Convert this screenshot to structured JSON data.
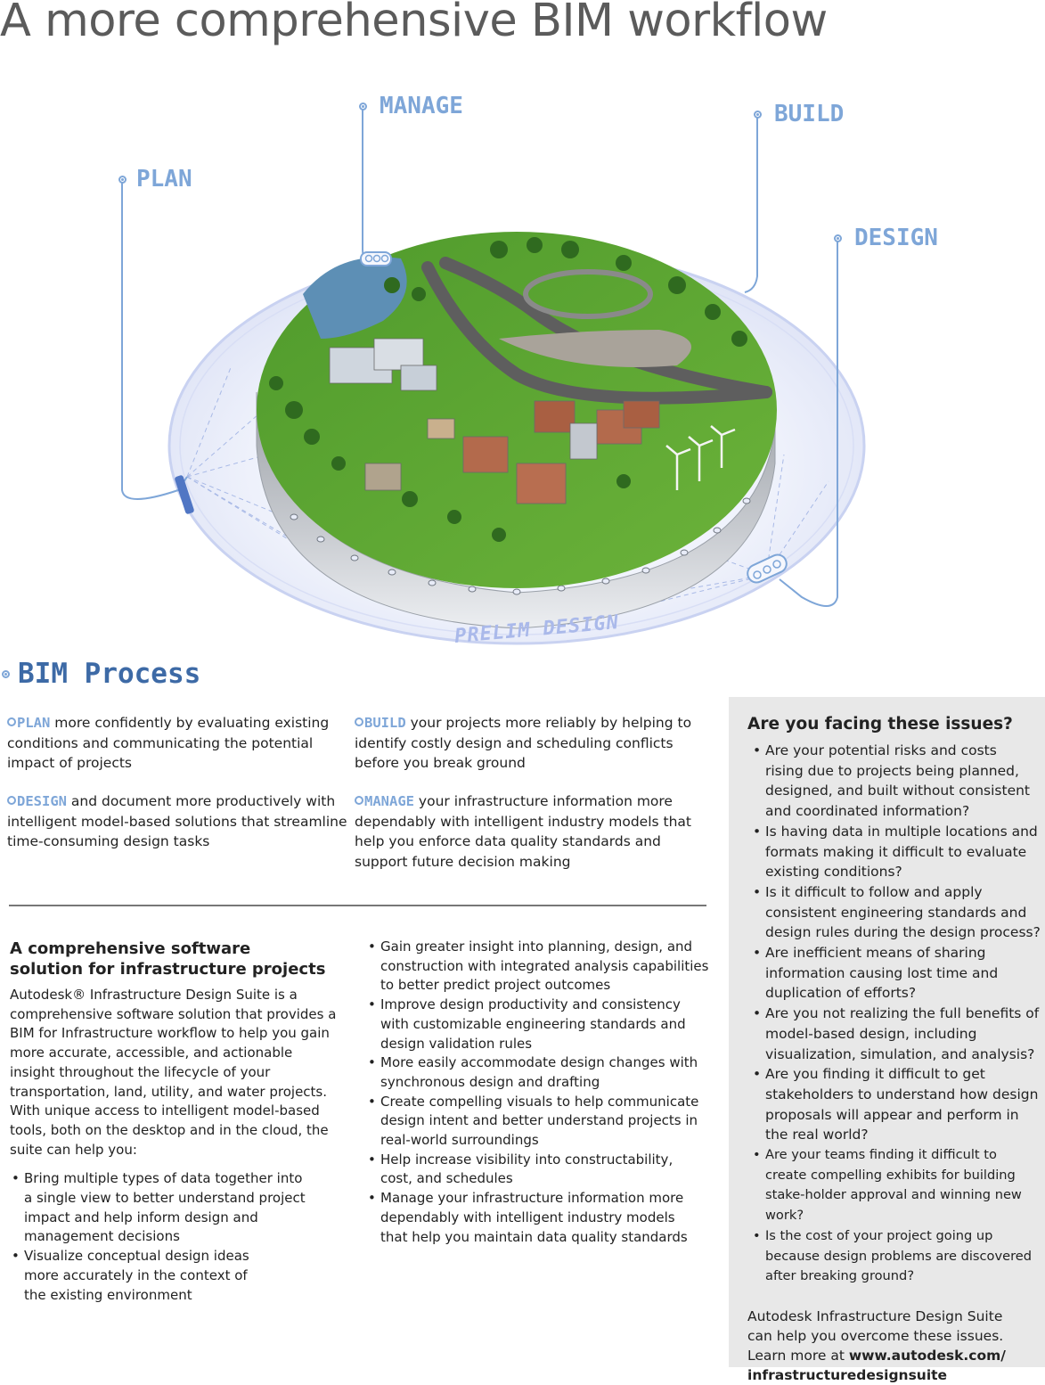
{
  "title": "A more comprehensive BIM workflow",
  "diagram": {
    "stages": {
      "plan": "PLAN",
      "manage": "MANAGE",
      "build": "BUILD",
      "design": "DESIGN"
    },
    "ring_label": "PRELIM DESIGN"
  },
  "bim_process": {
    "heading": "BIM Process",
    "items": [
      {
        "keyword": "PLAN",
        "text": " more confidently by evaluating existing conditions and communicating the potential impact of projects"
      },
      {
        "keyword": "DESIGN",
        "text": " and document more productively with intelligent model-based solutions that streamline time-consuming design tasks"
      },
      {
        "keyword": "BUILD",
        "text": " your projects more reliably by helping to identify costly design and scheduling conflicts before you break ground"
      },
      {
        "keyword": "MANAGE",
        "text": " your infrastructure information more dependably with intelligent industry models that help you enforce data quality standards and support future decision making"
      }
    ]
  },
  "solution": {
    "heading": "A comprehensive software solution for infrastructure projects",
    "intro": "Autodesk® Infrastructure Design Suite is a comprehensive software solution that provides a BIM for Infrastructure workflow to help you gain more accurate, accessible, and actionable insight throughout the lifecycle of your transportation, land, utility, and water projects. With unique access to intelligent model-based tools, both on the desktop and in the cloud, the suite can help you:",
    "bullets_left": [
      "Bring multiple types of data together into a single view to better understand project impact and help inform design and management decisions",
      "Visualize conceptual design ideas more accurately in the context of the existing environment"
    ],
    "bullets_right": [
      "Gain greater insight into planning, design, and construction with integrated analysis capabilities to better predict project outcomes",
      "Improve design productivity and consistency with customizable engineering standards and design validation rules",
      "More easily accommodate design changes with synchronous design and drafting",
      "Create compelling visuals to help communicate design intent and better understand projects in real-world surroundings",
      "Help increase visibility into constructability, cost, and schedules",
      "Manage your infrastructure information more dependably with intelligent industry models that help you maintain data quality standards"
    ]
  },
  "sidebar": {
    "heading": "Are you facing these issues?",
    "questions": [
      "Are your potential risks and costs rising due to projects being planned, designed, and built without consistent and coordinated information?",
      "Is having data in multiple locations and formats making it difficult to evaluate existing conditions?",
      "Is it difficult to follow and apply consistent engineering standards and design rules during the design process?",
      "Are inefficient means of sharing information causing lost time and duplication of efforts?",
      "Are you not realizing the full benefits of model-based design, including visualization, simulation, and analysis?",
      "Are you finding it difficult to get stakeholders to understand how design proposals will appear and perform in the real world?",
      "Are your teams finding it difficult to create compelling exhibits for building stake-holder approval and winning new work?",
      "Is the cost of your project going up because design problems are discovered after breaking ground?"
    ],
    "closing_text": "Autodesk Infrastructure Design Suite can help you overcome these issues. Learn more at ",
    "closing_link": "www.autodesk.com/infrastructuredesignsuite"
  }
}
